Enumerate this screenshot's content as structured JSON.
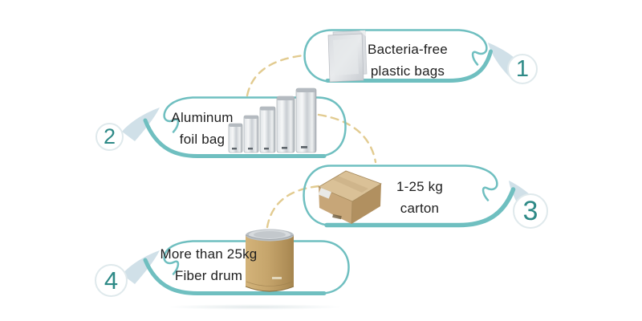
{
  "diagram": {
    "subject": "packaging-options",
    "colors": {
      "accent_teal": "#6fbfc0",
      "number_teal": "#2e8a87",
      "connector_tan": "#e2cb90",
      "tail_blue": "#ccdde6",
      "circle_border": "#dfe9ec",
      "text_dark": "#1e1e1e"
    },
    "items": [
      {
        "number": "1",
        "line1": "Bacteria-free",
        "line2": "plastic bags",
        "image": "bacteria-free-plastic-bag-photo"
      },
      {
        "number": "2",
        "line1": "Aluminum",
        "line2": "foil bag",
        "image": "aluminum-foil-bags-photo"
      },
      {
        "number": "3",
        "line1": "1-25 kg",
        "line2": "carton",
        "image": "cardboard-carton-photo"
      },
      {
        "number": "4",
        "line1": "More than 25kg",
        "line2": "Fiber drum",
        "image": "fiber-drum-photo"
      }
    ]
  }
}
